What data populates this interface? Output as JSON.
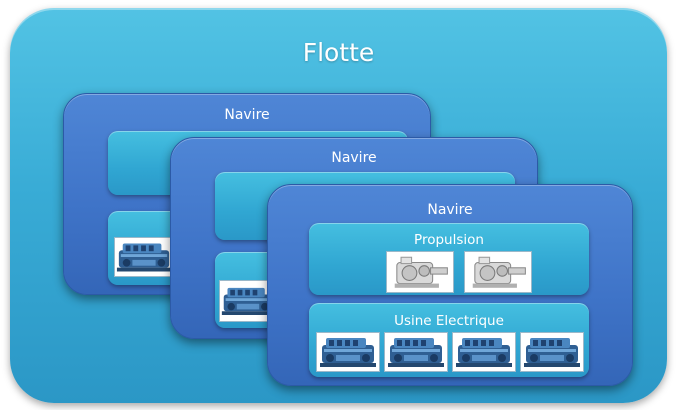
{
  "fleet": {
    "title": "Flotte"
  },
  "ships": [
    {
      "label": "Navire"
    },
    {
      "label": "Navire"
    },
    {
      "label": "Navire",
      "propulsion": {
        "label": "Propulsion",
        "icons": [
          "gearbox-icon",
          "gearbox-icon"
        ]
      },
      "power_plant": {
        "label": "Usine Electrique",
        "icons": [
          "diesel-generator-icon",
          "diesel-generator-icon",
          "diesel-generator-icon",
          "diesel-generator-icon"
        ]
      }
    }
  ],
  "colors": {
    "fleet_background": "#39acd6",
    "ship_background": "#3f74c8",
    "panel_background": "#30a6d2",
    "text": "#ffffff"
  }
}
